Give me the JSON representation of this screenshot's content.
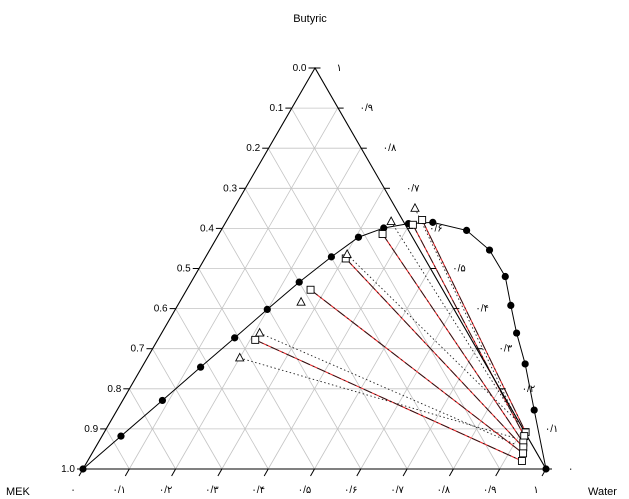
{
  "chart_data": {
    "type": "scatter",
    "ternary": true,
    "vertex_labels": {
      "top": "Butyric",
      "left": "MEK",
      "right": "Water"
    },
    "left_axis_ticks": [
      "0.0",
      "0.1",
      "0.2",
      "0.3",
      "0.4",
      "0.5",
      "0.6",
      "0.7",
      "0.8",
      "0.9",
      "1.0"
    ],
    "right_axis_ticks": [
      "۱",
      "۰/۹",
      "۰/۸",
      "۰/۷",
      "۰/۶",
      "۰/۵",
      "۰/۴",
      "۰/۳",
      "۰/۲",
      "۰/۱",
      "۰"
    ],
    "bottom_axis_ticks": [
      "۰",
      "۰/۱",
      "۰/۲",
      "۰/۳",
      "۰/۴",
      "۰/۵",
      "۰/۶",
      "۰/۷",
      "۰/۸",
      "۰/۹",
      "۱"
    ],
    "grid": true,
    "series": [
      {
        "marker": "filled-circle",
        "line": "solid-black",
        "points": [
          {
            "water": 0.0,
            "butyric": 0.0
          },
          {
            "water": 0.041,
            "butyric": 0.082
          },
          {
            "water": 0.086,
            "butyric": 0.171
          },
          {
            "water": 0.127,
            "butyric": 0.254
          },
          {
            "water": 0.164,
            "butyric": 0.327
          },
          {
            "water": 0.199,
            "butyric": 0.398
          },
          {
            "water": 0.234,
            "butyric": 0.466
          },
          {
            "water": 0.272,
            "butyric": 0.529
          },
          {
            "water": 0.306,
            "butyric": 0.578
          },
          {
            "water": 0.349,
            "butyric": 0.601
          },
          {
            "water": 0.397,
            "butyric": 0.612
          },
          {
            "water": 0.448,
            "butyric": 0.615
          },
          {
            "water": 0.531,
            "butyric": 0.595
          },
          {
            "water": 0.605,
            "butyric": 0.546
          },
          {
            "water": 0.672,
            "butyric": 0.48
          },
          {
            "water": 0.72,
            "butyric": 0.408
          },
          {
            "water": 0.767,
            "butyric": 0.339
          },
          {
            "water": 0.824,
            "butyric": 0.262
          },
          {
            "water": 0.901,
            "butyric": 0.147
          },
          {
            "water": 1.0,
            "butyric": 0.0
          }
        ]
      },
      {
        "marker": "open-square",
        "points": [
          {
            "water": 0.211,
            "butyric": 0.322
          },
          {
            "water": 0.268,
            "butyric": 0.447
          },
          {
            "water": 0.305,
            "butyric": 0.525
          },
          {
            "water": 0.354,
            "butyric": 0.586
          },
          {
            "water": 0.408,
            "butyric": 0.609
          },
          {
            "water": 0.422,
            "butyric": 0.621
          },
          {
            "water": 0.91,
            "butyric": 0.092
          },
          {
            "water": 0.912,
            "butyric": 0.082
          },
          {
            "water": 0.918,
            "butyric": 0.066
          },
          {
            "water": 0.924,
            "butyric": 0.054
          },
          {
            "water": 0.931,
            "butyric": 0.039
          },
          {
            "water": 0.938,
            "butyric": 0.02
          }
        ]
      },
      {
        "marker": "open-triangle",
        "points": [
          {
            "water": 0.2,
            "butyric": 0.277
          },
          {
            "water": 0.212,
            "butyric": 0.339
          },
          {
            "water": 0.263,
            "butyric": 0.416
          },
          {
            "water": 0.303,
            "butyric": 0.535
          },
          {
            "water": 0.357,
            "butyric": 0.617
          },
          {
            "water": 0.392,
            "butyric": 0.65
          }
        ]
      }
    ],
    "tie_lines": [
      {
        "from": {
          "water": 0.211,
          "butyric": 0.322
        },
        "to": {
          "water": 0.938,
          "butyric": 0.02
        },
        "style": "solid-red"
      },
      {
        "from": {
          "water": 0.211,
          "butyric": 0.322
        },
        "to": {
          "water": 0.938,
          "butyric": 0.02
        },
        "style": "dash-dot"
      },
      {
        "from": {
          "water": 0.2,
          "butyric": 0.277
        },
        "to": {
          "water": 0.896,
          "butyric": 0.077
        },
        "style": "dotted"
      },
      {
        "from": {
          "water": 0.268,
          "butyric": 0.447
        },
        "to": {
          "water": 0.931,
          "butyric": 0.039
        },
        "style": "solid-red"
      },
      {
        "from": {
          "water": 0.268,
          "butyric": 0.447
        },
        "to": {
          "water": 0.931,
          "butyric": 0.039
        },
        "style": "dash-dot"
      },
      {
        "from": {
          "water": 0.212,
          "butyric": 0.339
        },
        "to": {
          "water": 0.904,
          "butyric": 0.061
        },
        "style": "dotted"
      },
      {
        "from": {
          "water": 0.305,
          "butyric": 0.525
        },
        "to": {
          "water": 0.924,
          "butyric": 0.054
        },
        "style": "solid-red"
      },
      {
        "from": {
          "water": 0.305,
          "butyric": 0.525
        },
        "to": {
          "water": 0.924,
          "butyric": 0.054
        },
        "style": "dash-dot"
      },
      {
        "from": {
          "water": 0.303,
          "butyric": 0.535
        },
        "to": {
          "water": 0.88,
          "butyric": 0.118
        },
        "style": "dotted"
      },
      {
        "from": {
          "water": 0.354,
          "butyric": 0.586
        },
        "to": {
          "water": 0.918,
          "butyric": 0.066
        },
        "style": "solid-red"
      },
      {
        "from": {
          "water": 0.354,
          "butyric": 0.586
        },
        "to": {
          "water": 0.918,
          "butyric": 0.066
        },
        "style": "dash-dot"
      },
      {
        "from": {
          "water": 0.357,
          "butyric": 0.617
        },
        "to": {
          "water": 0.88,
          "butyric": 0.118
        },
        "style": "dotted"
      },
      {
        "from": {
          "water": 0.408,
          "butyric": 0.609
        },
        "to": {
          "water": 0.912,
          "butyric": 0.082
        },
        "style": "solid-red"
      },
      {
        "from": {
          "water": 0.408,
          "butyric": 0.609
        },
        "to": {
          "water": 0.912,
          "butyric": 0.082
        },
        "style": "dash-dot"
      },
      {
        "from": {
          "water": 0.422,
          "butyric": 0.621
        },
        "to": {
          "water": 0.91,
          "butyric": 0.092
        },
        "style": "solid-red"
      },
      {
        "from": {
          "water": 0.422,
          "butyric": 0.621
        },
        "to": {
          "water": 0.91,
          "butyric": 0.092
        },
        "style": "dash-dot"
      },
      {
        "from": {
          "water": 0.392,
          "butyric": 0.65
        },
        "to": {
          "water": 0.88,
          "butyric": 0.118
        },
        "style": "dotted"
      }
    ]
  }
}
